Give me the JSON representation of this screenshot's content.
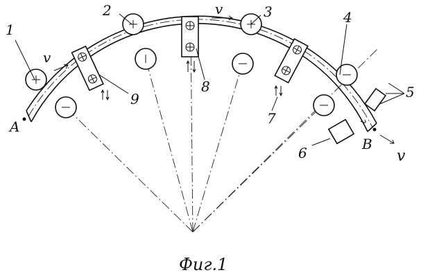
{
  "figure": {
    "caption": "Фиг.1",
    "labels": {
      "n1": "1",
      "n2": "2",
      "n3": "3",
      "n4": "4",
      "n5": "5",
      "n6": "6",
      "n7": "7",
      "n8": "8",
      "n9": "9",
      "pointA": "A",
      "pointB": "B",
      "velocity": "v"
    }
  }
}
